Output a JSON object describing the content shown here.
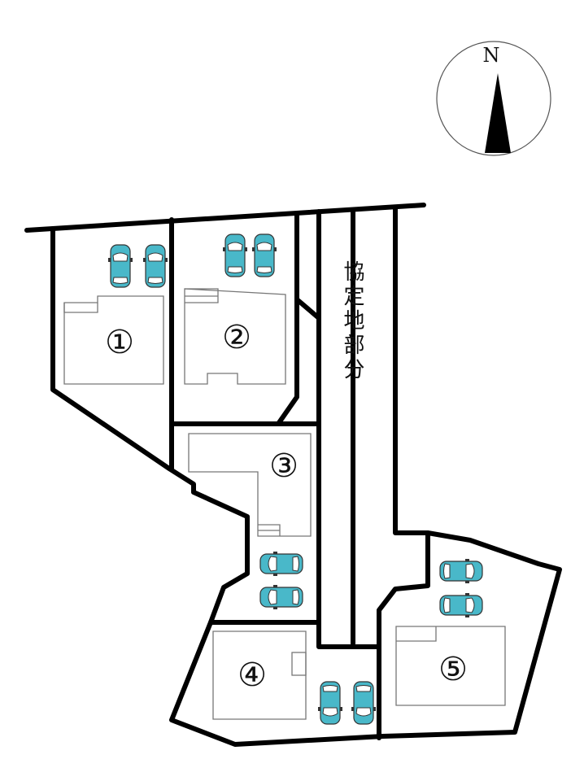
{
  "compass": {
    "north_label": "N"
  },
  "lots": [
    {
      "id": "1",
      "label": "①"
    },
    {
      "id": "2",
      "label": "②"
    },
    {
      "id": "3",
      "label": "③"
    },
    {
      "id": "4",
      "label": "④"
    },
    {
      "id": "5",
      "label": "⑤"
    }
  ],
  "shared_road": {
    "label": "協定地部分"
  },
  "colors": {
    "car": "#49b8c9",
    "boundary": "#000000",
    "building": "#777777"
  }
}
